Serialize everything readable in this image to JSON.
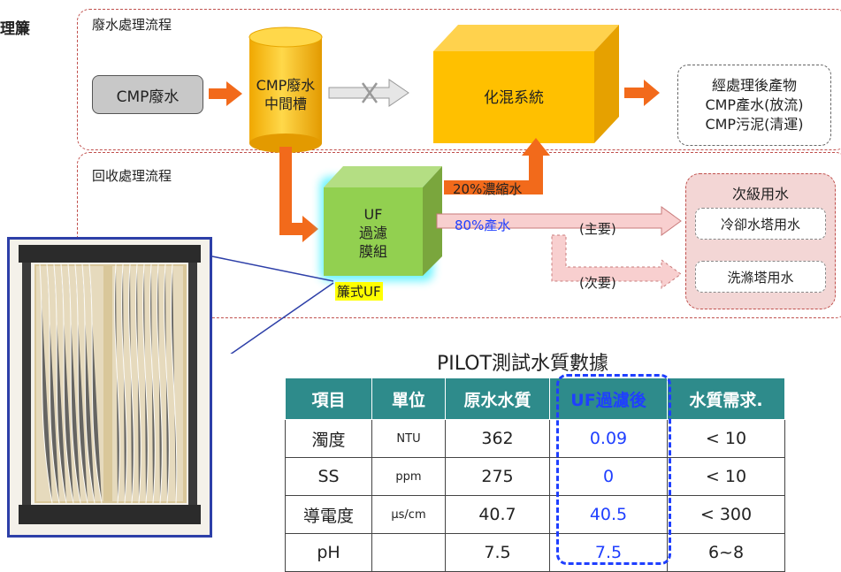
{
  "fragment_title": "理簾",
  "sections": {
    "waste": "廢水處理流程",
    "recovery": "回收處理流程"
  },
  "boxes": {
    "input": "CMP廢水",
    "tank_line1": "CMP廢水",
    "tank_line2": "中間槽",
    "chem": "化混系統",
    "uf_line1": "UF",
    "uf_line2": "過濾",
    "uf_line3": "膜組",
    "output_line1": "經處理後產物",
    "output_line2": "CMP產水(放流)",
    "output_line3": "CMP污泥(清運)"
  },
  "flows": {
    "concentrate": "20%濃縮水",
    "permeate": "80%產水",
    "primary": "(主要)",
    "secondary": "(次要)",
    "curtain": "簾式UF"
  },
  "reuse": {
    "title": "次級用水",
    "item1": "冷卻水塔用水",
    "item2": "洗滌塔用水"
  },
  "table": {
    "title": "PILOT測試水質數據",
    "headers": [
      "項目",
      "單位",
      "原水水質",
      "UF過濾後",
      "水質需求."
    ],
    "rows": [
      [
        "濁度",
        "NTU",
        "362",
        "0.09",
        "< 10"
      ],
      [
        "SS",
        "ppm",
        "275",
        "0",
        "< 10"
      ],
      [
        "導電度",
        "μs/cm",
        "40.7",
        "40.5",
        "< 300"
      ],
      [
        "pH",
        "",
        "7.5",
        "7.5",
        "6~8"
      ]
    ]
  },
  "colors": {
    "accent_red": "#c0504d",
    "arrow_orange": "#f26a1b",
    "box_yellow": "#ffc000",
    "box_green": "#92d050",
    "table_header": "#2e8b8b",
    "uf_blue": "#1f3fff"
  }
}
